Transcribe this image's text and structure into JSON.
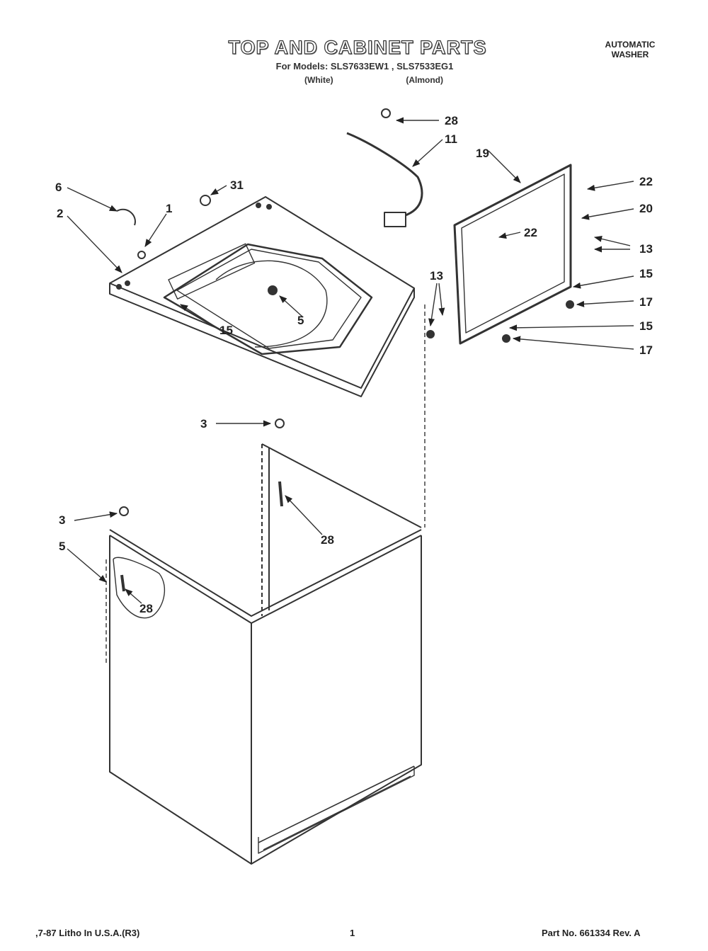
{
  "header": {
    "title": "TOP AND CABINET PARTS",
    "subtitle": "For Models: SLS7633EW1 , SLS7533EG1",
    "variant_1": "(White)",
    "variant_2": "(Almond)",
    "brand_line_1": "AUTOMATIC",
    "brand_line_2": "WASHER"
  },
  "callouts": [
    "28",
    "11",
    "19",
    "22",
    "20",
    "13",
    "15",
    "17",
    "15",
    "17",
    "22",
    "13",
    "6",
    "31",
    "1",
    "2",
    "5",
    "15",
    "3",
    "3",
    "5",
    "28",
    "28"
  ],
  "footer": {
    "left": ",7-87 Litho In U.S.A.(R3)",
    "center": "1",
    "right": "Part No. 661334 Rev. A"
  }
}
